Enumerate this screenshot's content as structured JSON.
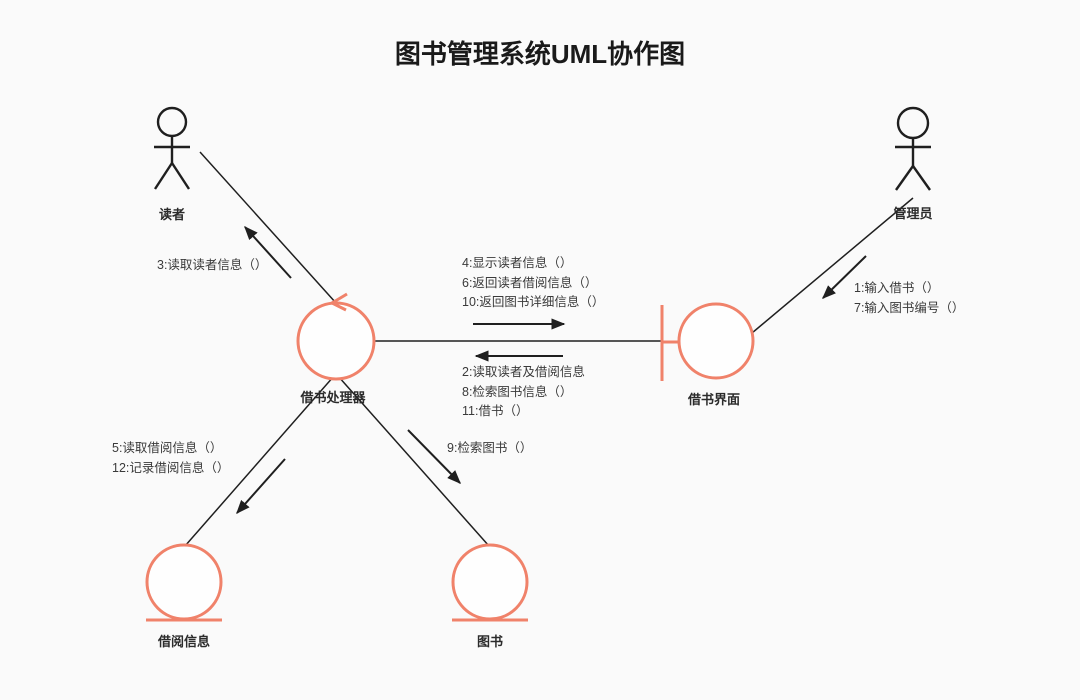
{
  "title": "图书管理系统UML协作图",
  "actors": {
    "reader": {
      "label": "读者"
    },
    "admin": {
      "label": "管理员"
    }
  },
  "objects": {
    "processor": {
      "label": "借书处理器",
      "type": "control"
    },
    "interface": {
      "label": "借书界面",
      "type": "boundary"
    },
    "borrow_info": {
      "label": "借阅信息",
      "type": "entity"
    },
    "book": {
      "label": "图书",
      "type": "entity"
    }
  },
  "messages": {
    "processor_to_reader": [
      "3:读取读者信息（）"
    ],
    "admin_to_interface": [
      "1:输入借书（）",
      "7:输入图书编号（）"
    ],
    "processor_to_interface": [
      "4:显示读者信息（）",
      "6:返回读者借阅信息（）",
      "10:返回图书详细信息（）"
    ],
    "interface_to_processor": [
      "2:读取读者及借阅信息",
      "8:检索图书信息（）",
      "11:借书（）"
    ],
    "processor_to_borrowinfo": [
      "5:读取借阅信息（）",
      "12:记录借阅信息（）"
    ],
    "processor_to_book": [
      "9:检索图书（）"
    ]
  },
  "colors": {
    "accent": "#F0826A",
    "line": "#1f1f1f",
    "background": "#fafafa",
    "text": "#3a3a3a"
  }
}
